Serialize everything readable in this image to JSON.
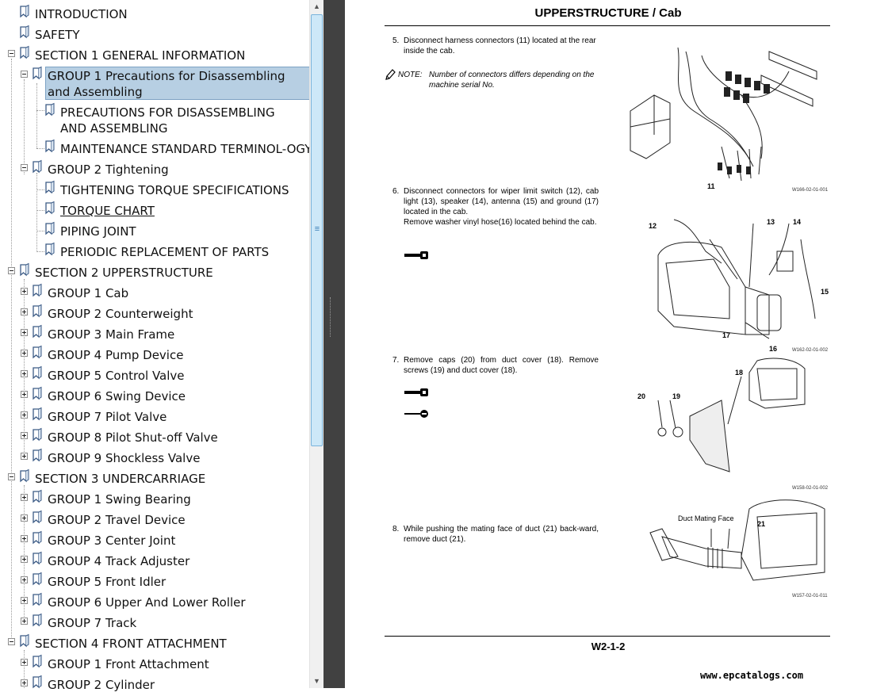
{
  "bookmarks": {
    "introduction": "INTRODUCTION",
    "safety": "SAFETY",
    "section1": "SECTION 1 GENERAL INFORMATION",
    "s1_group1": "GROUP 1 Precautions for Disassembling and Assembling",
    "s1_group1_items": [
      "PRECAUTIONS FOR DISASSEMBLING AND ASSEMBLING",
      "MAINTENANCE STANDARD TERMINOL-OGY"
    ],
    "s1_group2": "GROUP 2 Tightening",
    "s1_group2_items": [
      "TIGHTENING TORQUE SPECIFICATIONS",
      "TORQUE CHART",
      "PIPING JOINT",
      "PERIODIC REPLACEMENT OF PARTS"
    ],
    "section2": "SECTION 2 UPPERSTRUCTURE",
    "s2_groups": [
      "GROUP 1 Cab",
      "GROUP 2 Counterweight",
      "GROUP 3 Main Frame",
      "GROUP 4 Pump Device",
      "GROUP 5 Control Valve",
      "GROUP 6 Swing Device",
      "GROUP 7 Pilot Valve",
      "GROUP 8 Pilot Shut-off Valve",
      "GROUP 9 Shockless Valve"
    ],
    "section3": "SECTION 3 UNDERCARRIAGE",
    "s3_groups": [
      "GROUP 1 Swing Bearing",
      "GROUP 2 Travel Device",
      "GROUP 3 Center Joint",
      "GROUP 4 Track Adjuster",
      "GROUP 5 Front Idler",
      "GROUP 6 Upper And Lower Roller",
      "GROUP 7 Track"
    ],
    "section4": "SECTION 4 FRONT ATTACHMENT",
    "s4_groups": [
      "GROUP 1 Front Attachment",
      "GROUP 2 Cylinder"
    ]
  },
  "scrollbar": {
    "up": "▲",
    "down": "▼",
    "grip": "≡"
  },
  "page": {
    "header": "UPPERSTRUCTURE / Cab",
    "step5": {
      "num": "5.",
      "text": "Disconnect harness connectors (11) located at the rear inside the cab."
    },
    "note": {
      "label": "NOTE:",
      "text": "Number of connectors differs depending on the machine serial No."
    },
    "step6": {
      "num": "6.",
      "text": "Disconnect connectors for wiper limit switch (12), cab light (13), speaker (14), antenna (15) and ground (17) located in the cab.",
      "text2": "Remove washer vinyl hose(16) located behind the cab."
    },
    "step7": {
      "num": "7.",
      "text": "Remove caps (20) from duct cover (18). Remove screws (19) and duct cover (18)."
    },
    "step8": {
      "num": "8.",
      "text": "While pushing the mating face of duct (21) back-ward, remove duct (21)."
    },
    "fig1": {
      "code": "W166-02-01-001",
      "callouts": [
        "11"
      ]
    },
    "fig2": {
      "code": "W162-02-01-002",
      "callouts": [
        "12",
        "13",
        "14",
        "15",
        "16",
        "17"
      ]
    },
    "fig3": {
      "code": "W158-02-01-002",
      "callouts": [
        "18",
        "19",
        "20"
      ]
    },
    "fig4": {
      "code": "W157-02-01-011",
      "callouts": [
        "Duct Mating Face",
        "21"
      ]
    },
    "page_number": "W2-1-2",
    "watermark": "www.epcatalogs.com"
  },
  "colors": {
    "selection": "#b7cfe3",
    "splitter": "#414141",
    "thumb": "#cde8f8"
  }
}
